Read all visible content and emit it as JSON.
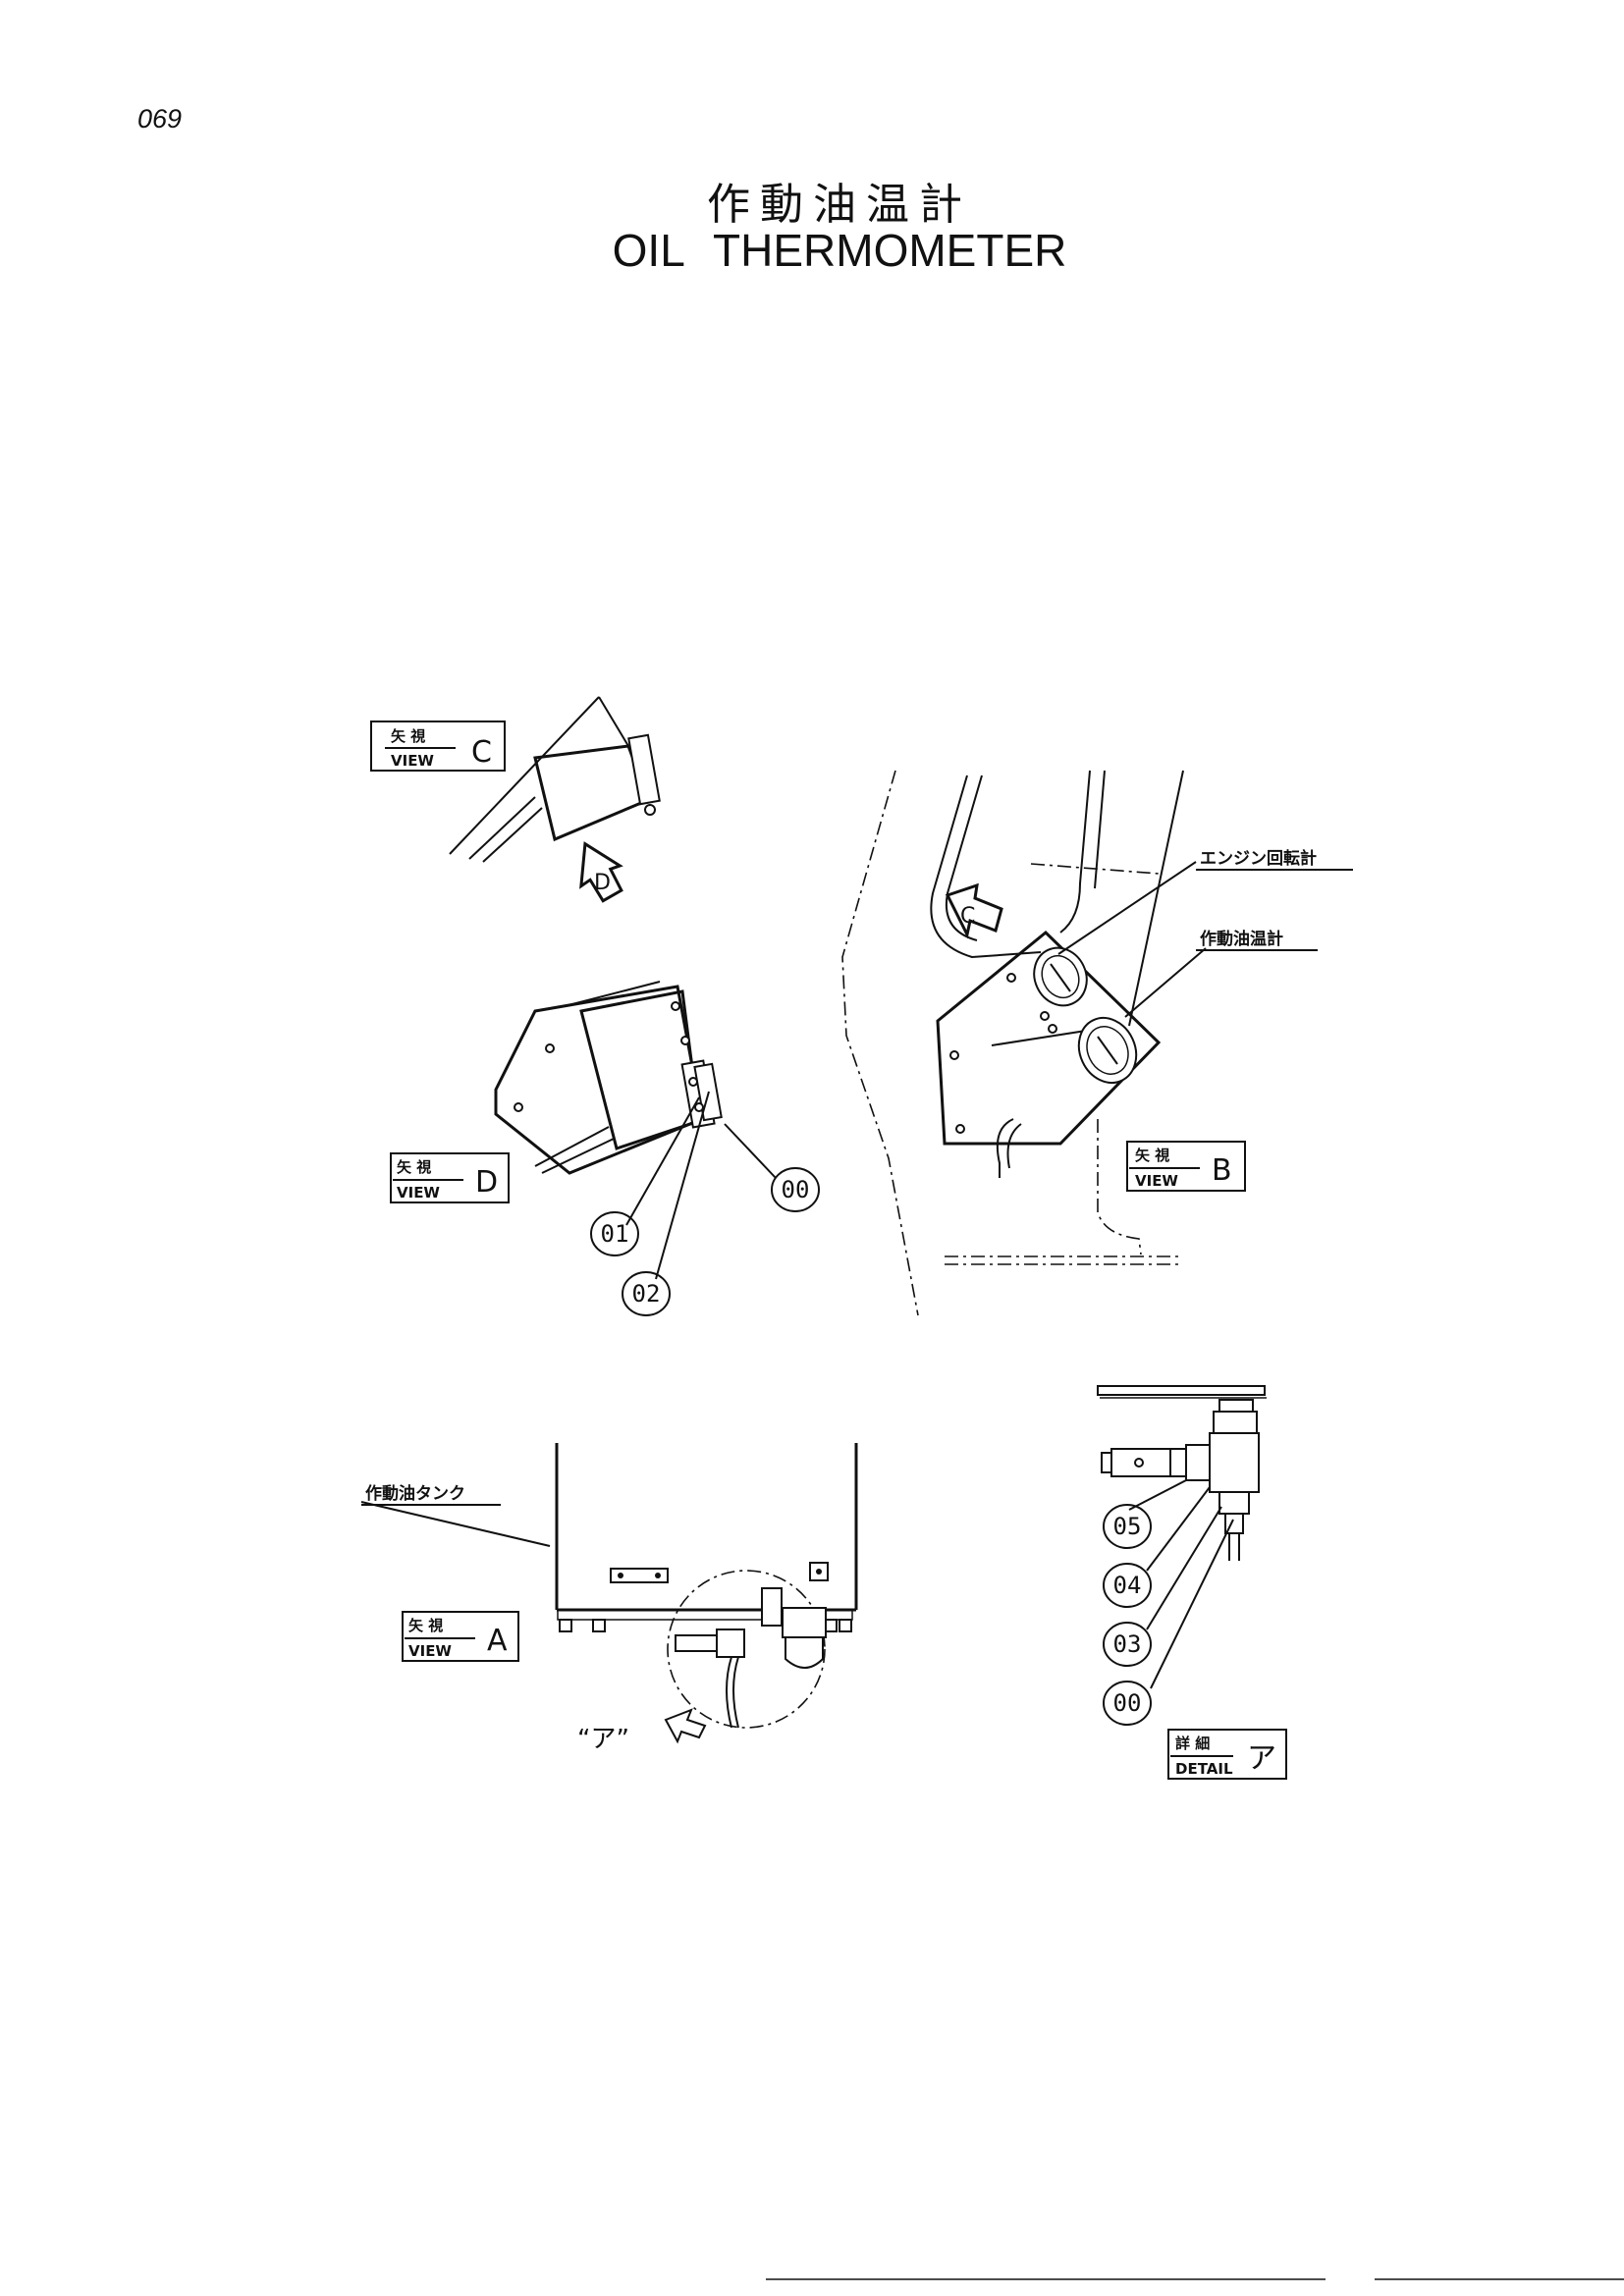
{
  "page_number": "069",
  "title": {
    "jp": "作動油温計",
    "en": "OIL  THERMOMETER"
  },
  "views": {
    "c": {
      "jp": "矢 視",
      "en": "VIEW",
      "letter": "C"
    },
    "d": {
      "jp": "矢 視",
      "en": "VIEW",
      "letter": "D"
    },
    "b": {
      "jp": "矢 視",
      "en": "VIEW",
      "letter": "B"
    },
    "a": {
      "jp": "矢 視",
      "en": "VIEW",
      "letter": "A"
    },
    "detail": {
      "jp": "詳 細",
      "en": "DETAIL",
      "letter": "ア"
    }
  },
  "arrows": {
    "d": "D",
    "c": "C"
  },
  "callouts": {
    "engine_tachometer": "エンジン回転計",
    "oil_thermometer": "作動油温計",
    "hydraulic_tank": "作動油タンク",
    "detail_ref": "“ア”"
  },
  "parts": {
    "view_d": [
      "00",
      "01",
      "02"
    ],
    "detail": [
      "05",
      "04",
      "03",
      "00"
    ]
  }
}
